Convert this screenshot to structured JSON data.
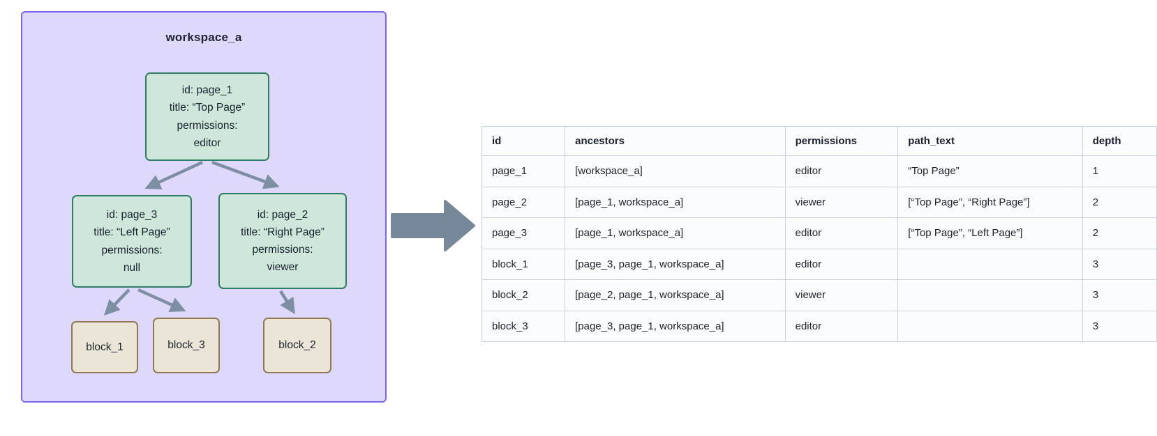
{
  "workspace": {
    "title": "workspace_a",
    "border_color": "#7b68ee",
    "fill_color": "#ded9fb",
    "page_node_fill": "#cfe6da",
    "page_node_border": "#2e7d62",
    "block_node_fill": "#eae5d6",
    "block_node_border": "#8d7a53",
    "edge_color": "#7e8fa3",
    "nodes": [
      {
        "key": "page_1",
        "kind": "page",
        "id_line": "id: page_1",
        "title_line": "title: “Top Page”",
        "permissions_label": "permissions:",
        "permissions_value": "editor"
      },
      {
        "key": "page_3",
        "kind": "page",
        "id_line": "id: page_3",
        "title_line": "title: “Left Page”",
        "permissions_label": "permissions:",
        "permissions_value": "null"
      },
      {
        "key": "page_2",
        "kind": "page",
        "id_line": "id: page_2",
        "title_line": "title: “Right Page”",
        "permissions_label": "permissions:",
        "permissions_value": "viewer"
      },
      {
        "key": "block_1",
        "kind": "block",
        "label": "block_1"
      },
      {
        "key": "block_3",
        "kind": "block",
        "label": "block_3"
      },
      {
        "key": "block_2",
        "kind": "block",
        "label": "block_2"
      }
    ],
    "edges": [
      {
        "from": "page_1",
        "to": "page_3"
      },
      {
        "from": "page_1",
        "to": "page_2"
      },
      {
        "from": "page_3",
        "to": "block_1"
      },
      {
        "from": "page_3",
        "to": "block_3"
      },
      {
        "from": "page_2",
        "to": "block_2"
      }
    ]
  },
  "transform_arrow": {
    "name": "right-arrow",
    "color": "#76889a"
  },
  "table": {
    "columns": [
      "id",
      "ancestors",
      "permissions",
      "path_text",
      "depth"
    ],
    "rows": [
      {
        "id": "page_1",
        "ancestors": "[workspace_a]",
        "permissions": "editor",
        "path_text": "“Top Page”",
        "depth": "1"
      },
      {
        "id": "page_2",
        "ancestors": "[page_1, workspace_a]",
        "permissions": "viewer",
        "path_text": "[“Top Page”, “Right Page”]",
        "depth": "2"
      },
      {
        "id": "page_3",
        "ancestors": "[page_1, workspace_a]",
        "permissions": "editor",
        "path_text": "[“Top Page”, “Left Page”]",
        "depth": "2"
      },
      {
        "id": "block_1",
        "ancestors": "[page_3, page_1, workspace_a]",
        "permissions": "editor",
        "path_text": "",
        "depth": "3"
      },
      {
        "id": "block_2",
        "ancestors": "[page_2, page_1, workspace_a]",
        "permissions": "viewer",
        "path_text": "",
        "depth": "3"
      },
      {
        "id": "block_3",
        "ancestors": "[page_3, page_1, workspace_a]",
        "permissions": "editor",
        "path_text": "",
        "depth": "3"
      }
    ]
  }
}
